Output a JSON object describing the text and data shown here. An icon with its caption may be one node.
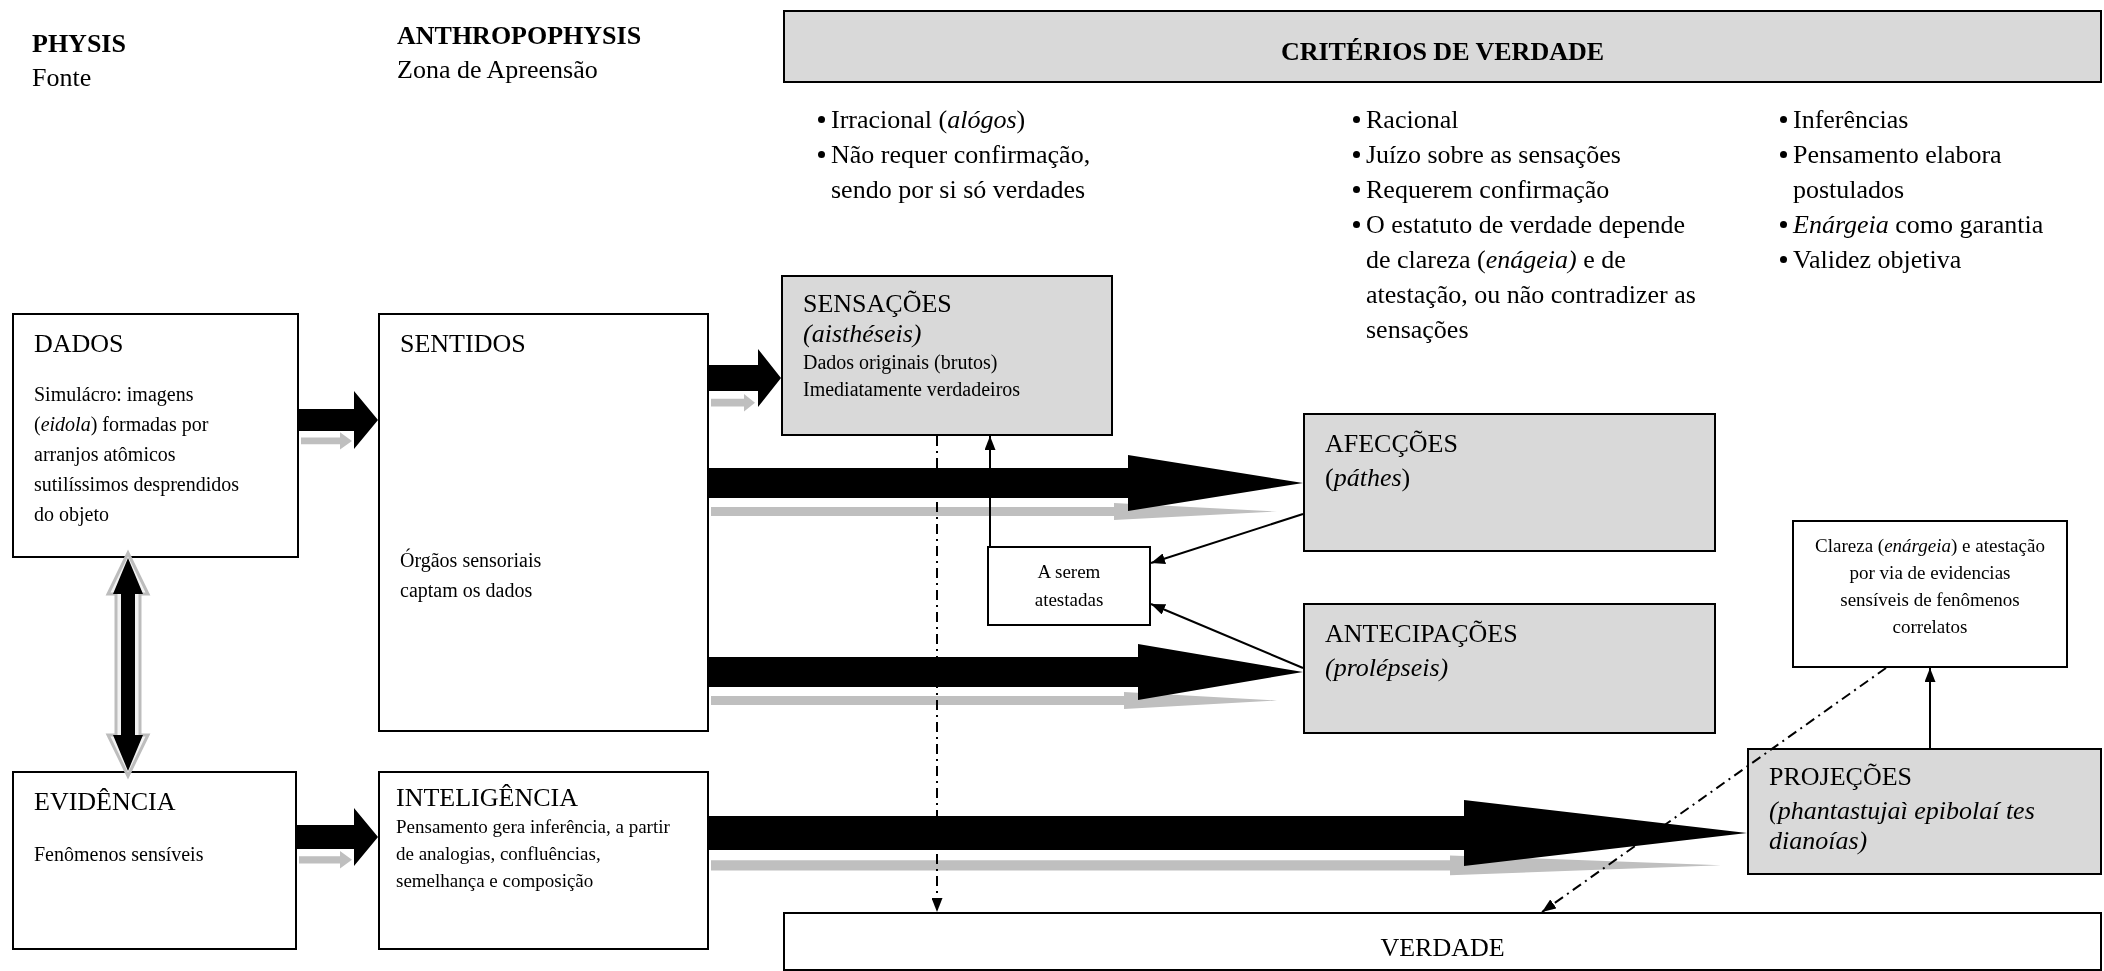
{
  "diagram": {
    "nodes": [
      {
        "text": [
          "CRITÉRIOS DE VERDADE"
        ]
      },
      {
        "text": [
          "DADOS",
          "Simulácro: imagens (*eidola*) formadas por arranjos atômicos sutilíssimos desprendidos do objeto"
        ]
      },
      {
        "text": [
          "SENTIDOS",
          "Órgãos sensoriais captam os dados"
        ]
      },
      {
        "text": [
          "SENSAÇÕES",
          "(aisthéseis)",
          "Dados originais (brutos)",
          "Imediatamente verdadeiros"
        ]
      },
      {
        "text": [
          "AFECÇÕES",
          "(*páthes*)"
        ]
      },
      {
        "text": [
          "A serem atestadas"
        ]
      },
      {
        "text": [
          "ANTECIPAÇÕES",
          "(prolépseis)"
        ]
      },
      {
        "text": [
          "Clareza (*enárgeia*) e atestação por via de evidencias sensíveis de fenômenos correlatos"
        ]
      },
      {
        "text": [
          "EVIDÊNCIA",
          "Fenômenos sensíveis"
        ]
      },
      {
        "text": [
          "INTELIGÊNCIA",
          "Pensamento gera inferência, a partir de analogias, confluências, semelhança e composição"
        ]
      },
      {
        "text": [
          "PROJEÇÕES",
          "(phantastujaì epibolaí tes dianoías)"
        ]
      },
      {
        "text": [
          "VERDADE"
        ]
      }
    ],
    "edges": [
      {
        "from": 1,
        "to": 2,
        "arrow": "to",
        "style": "thick"
      },
      {
        "from": 2,
        "to": 3,
        "arrow": "to",
        "style": "thick"
      },
      {
        "from": 2,
        "to": 4,
        "arrow": "to",
        "style": "thick"
      },
      {
        "from": 2,
        "to": 6,
        "arrow": "to",
        "style": "thick"
      },
      {
        "from": 8,
        "to": 1,
        "arrow": "both",
        "style": "thick"
      },
      {
        "from": 8,
        "to": 9,
        "arrow": "to",
        "style": "thick"
      },
      {
        "from": 9,
        "to": 10,
        "arrow": "to",
        "style": "thick"
      },
      {
        "from": 4,
        "to": 5,
        "arrow": "to"
      },
      {
        "from": 6,
        "to": 5,
        "arrow": "to"
      },
      {
        "from": 5,
        "to": 3,
        "arrow": "to"
      },
      {
        "from": 3,
        "to": 11,
        "arrow": "to",
        "style": "dashed"
      },
      {
        "from": 10,
        "to": 7,
        "arrow": "to"
      },
      {
        "from": 7,
        "to": 11,
        "arrow": "to",
        "style": "dashed"
      }
    ],
    "labels": [
      "PHYSIS",
      "Fonte",
      "ANTHROPOPHYSIS",
      "Zona de Apreensão",
      "Irracional (*alógos*)",
      "Não requer confirmação, sendo por si só verdades",
      "Racional",
      "Juízo sobre as sensações",
      "Requerem confirmação",
      "O estatuto de verdade depende de clareza (*enágeia)* e de atestação, ou não contradizer as sensações",
      "Inferências",
      "Pensamento elabora postulados",
      "*Enárgeia* como garantia",
      "Validez objetiva"
    ]
  }
}
